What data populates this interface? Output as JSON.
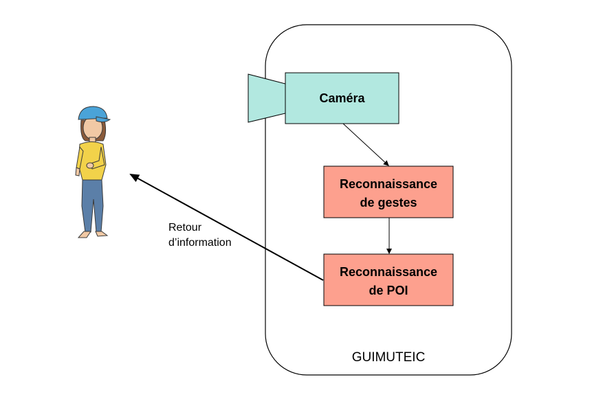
{
  "system": {
    "name": "GUIMUTEIC"
  },
  "nodes": {
    "camera": {
      "label": "Caméra",
      "fill": "#b2e8e0"
    },
    "gesture_recognition": {
      "line1": "Reconnaissance",
      "line2": "de gestes",
      "fill": "#fda08e"
    },
    "poi_recognition": {
      "line1": "Reconnaissance",
      "line2": "de POI",
      "fill": "#fda08e"
    }
  },
  "feedback": {
    "line1": "Retour",
    "line2": "d’information"
  },
  "colors": {
    "stroke": "#000000",
    "shirt": "#f2d24a",
    "cap": "#4aa3d8",
    "jeans": "#5b7fa8",
    "skin": "#f1c9a5",
    "hair": "#8a5a3a"
  }
}
